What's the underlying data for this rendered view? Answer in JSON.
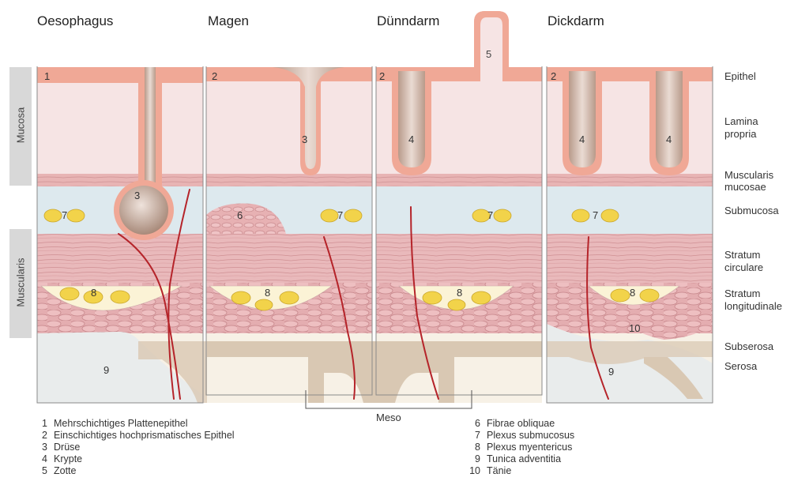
{
  "columns": [
    {
      "title": "Oesophagus"
    },
    {
      "title": "Magen"
    },
    {
      "title": "Dünndarm"
    },
    {
      "title": "Dickdarm"
    }
  ],
  "side_bands": {
    "mucosa": "Mucosa",
    "muscularis": "Muscularis"
  },
  "layers": {
    "epithel": "Epithel",
    "lamina_1": "Lamina",
    "lamina_2": "propria",
    "musc_muc_1": "Muscularis",
    "musc_muc_2": "mucosae",
    "submucosa": "Submucosa",
    "circ_1": "Stratum",
    "circ_2": "circulare",
    "long_1": "Stratum",
    "long_2": "longitudinale",
    "subserosa": "Subserosa",
    "serosa": "Serosa"
  },
  "markers": {
    "n1": "1",
    "n2": "2",
    "n3": "3",
    "n4": "4",
    "n5": "5",
    "n6": "6",
    "n7": "7",
    "n8": "8",
    "n9": "9",
    "n10": "10"
  },
  "meso_label": "Meso",
  "legend_left": [
    {
      "num": "1",
      "text": "Mehrschichtiges Plattenepithel"
    },
    {
      "num": "2",
      "text": "Einschichtiges hochprismatisches Epithel"
    },
    {
      "num": "3",
      "text": "Drüse"
    },
    {
      "num": "4",
      "text": "Krypte"
    },
    {
      "num": "5",
      "text": "Zotte"
    }
  ],
  "legend_right": [
    {
      "num": "6",
      "text": "Fibrae obliquae"
    },
    {
      "num": "7",
      "text": "Plexus submucosus"
    },
    {
      "num": "8",
      "text": "Plexus myentericus"
    },
    {
      "num": "9",
      "text": "Tunica adventitia"
    },
    {
      "num": "10",
      "text": "Tänie"
    }
  ],
  "colors": {
    "epithel": "#f0a896",
    "lamina": "#f6e4e4",
    "muscularis_mucosae": "#e8b4b4",
    "submucosa": "#dde9ee",
    "muscle": "#e9b9bb",
    "plexus_bg": "#fbf3d6",
    "plexus_dot": "#f2d34a",
    "serosa": "#f7f1e6",
    "vessel": "#b5242a",
    "frame": "#888888"
  }
}
